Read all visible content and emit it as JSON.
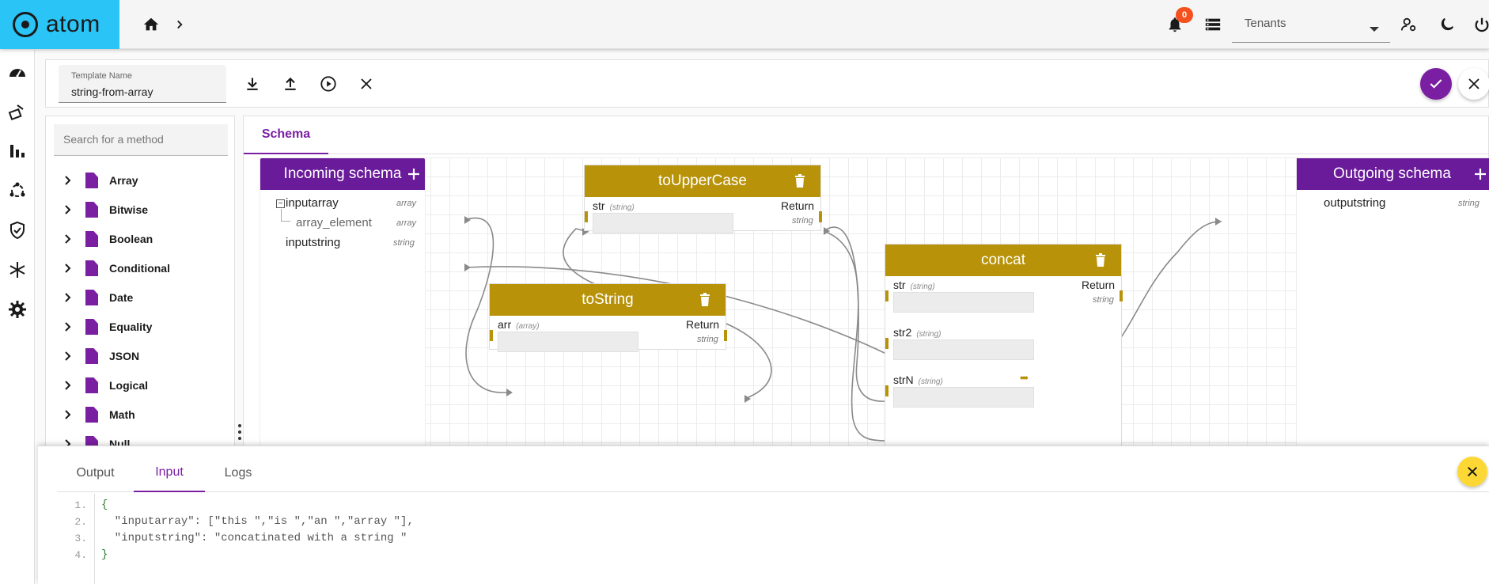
{
  "app": {
    "logo_text": "atom",
    "notification_count": "0",
    "tenant_select": "Tenants"
  },
  "toolbar": {
    "template_label": "Template Name",
    "template_value": "string-from-array"
  },
  "methods": {
    "search_placeholder": "Search for a method",
    "items": [
      "Array",
      "Bitwise",
      "Boolean",
      "Conditional",
      "Date",
      "Equality",
      "JSON",
      "Logical",
      "Math",
      "Null"
    ]
  },
  "schema_tab": "Schema",
  "nodes": {
    "incoming": {
      "title": "Incoming schema",
      "rows": [
        {
          "label": "inputarray",
          "type": "array"
        },
        {
          "label": "array_element",
          "type": "array"
        },
        {
          "label": "inputstring",
          "type": "string"
        }
      ]
    },
    "touppercase": {
      "title": "toUpperCase",
      "input_label": "str",
      "input_type": "(string)",
      "return_label": "Return",
      "return_type": "string"
    },
    "tostring": {
      "title": "toString",
      "input_label": "arr",
      "input_type": "(array)",
      "return_label": "Return",
      "return_type": "string"
    },
    "concat": {
      "title": "concat",
      "inputs": [
        {
          "label": "str",
          "type": "(string)"
        },
        {
          "label": "str2",
          "type": "(string)"
        },
        {
          "label": "strN",
          "type": "(string)"
        }
      ],
      "return_label": "Return",
      "return_type": "string",
      "more": "•••"
    },
    "outgoing": {
      "title": "Outgoing schema",
      "rows": [
        {
          "label": "outputstring",
          "type": "string"
        }
      ]
    }
  },
  "console": {
    "tabs": [
      "Output",
      "Input",
      "Logs"
    ],
    "active_tab": "Input",
    "lines": [
      {
        "num": "1.",
        "text": "{"
      },
      {
        "num": "2.",
        "text": "  \"inputarray\": [\"this \",\"is \",\"an \",\"array \"],"
      },
      {
        "num": "3.",
        "text": "  \"inputstring\": \"concatinated with a string \""
      },
      {
        "num": "4.",
        "text": "}"
      }
    ]
  },
  "colors": {
    "accent": "#7b1fa2",
    "node_purple": "#6a1b9a",
    "node_gold": "#b8930a",
    "logo_bg": "#2bc4f7",
    "close_yellow": "#fdd835"
  }
}
